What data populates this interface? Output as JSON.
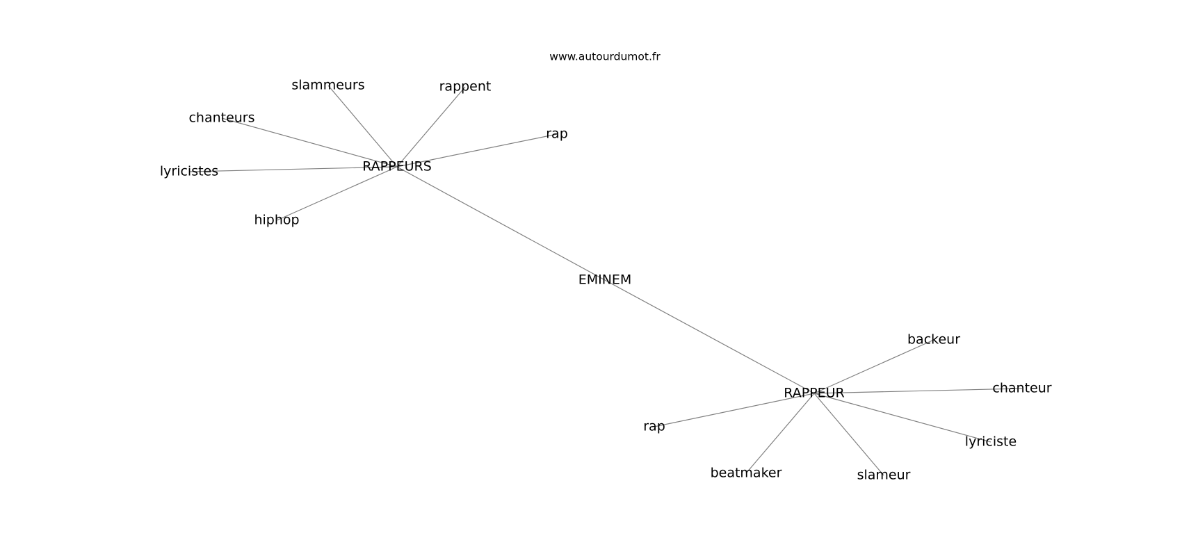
{
  "watermark": "www.autourdumot.fr",
  "colors": {
    "edge": "#808080",
    "text": "#000000",
    "background": "#ffffff"
  },
  "nodes": [
    {
      "id": "eminem",
      "label": "EMINEM"
    },
    {
      "id": "rappeurs",
      "label": "RAPPEURS"
    },
    {
      "id": "rappeur",
      "label": "RAPPEUR"
    },
    {
      "id": "slammeurs",
      "label": "slammeurs"
    },
    {
      "id": "rappent",
      "label": "rappent"
    },
    {
      "id": "chanteurs",
      "label": "chanteurs"
    },
    {
      "id": "rap_1",
      "label": "rap"
    },
    {
      "id": "lyricistes",
      "label": "lyricistes"
    },
    {
      "id": "hiphop",
      "label": "hiphop"
    },
    {
      "id": "backeur",
      "label": "backeur"
    },
    {
      "id": "chanteur",
      "label": "chanteur"
    },
    {
      "id": "rap_2",
      "label": "rap"
    },
    {
      "id": "lyriciste",
      "label": "lyriciste"
    },
    {
      "id": "beatmaker",
      "label": "beatmaker"
    },
    {
      "id": "slameur",
      "label": "slameur"
    }
  ],
  "edges": [
    [
      "eminem",
      "rappeurs"
    ],
    [
      "eminem",
      "rappeur"
    ],
    [
      "rappeurs",
      "slammeurs"
    ],
    [
      "rappeurs",
      "rappent"
    ],
    [
      "rappeurs",
      "chanteurs"
    ],
    [
      "rappeurs",
      "rap_1"
    ],
    [
      "rappeurs",
      "lyricistes"
    ],
    [
      "rappeurs",
      "hiphop"
    ],
    [
      "rappeur",
      "backeur"
    ],
    [
      "rappeur",
      "chanteur"
    ],
    [
      "rappeur",
      "rap_2"
    ],
    [
      "rappeur",
      "lyriciste"
    ],
    [
      "rappeur",
      "beatmaker"
    ],
    [
      "rappeur",
      "slameur"
    ]
  ]
}
